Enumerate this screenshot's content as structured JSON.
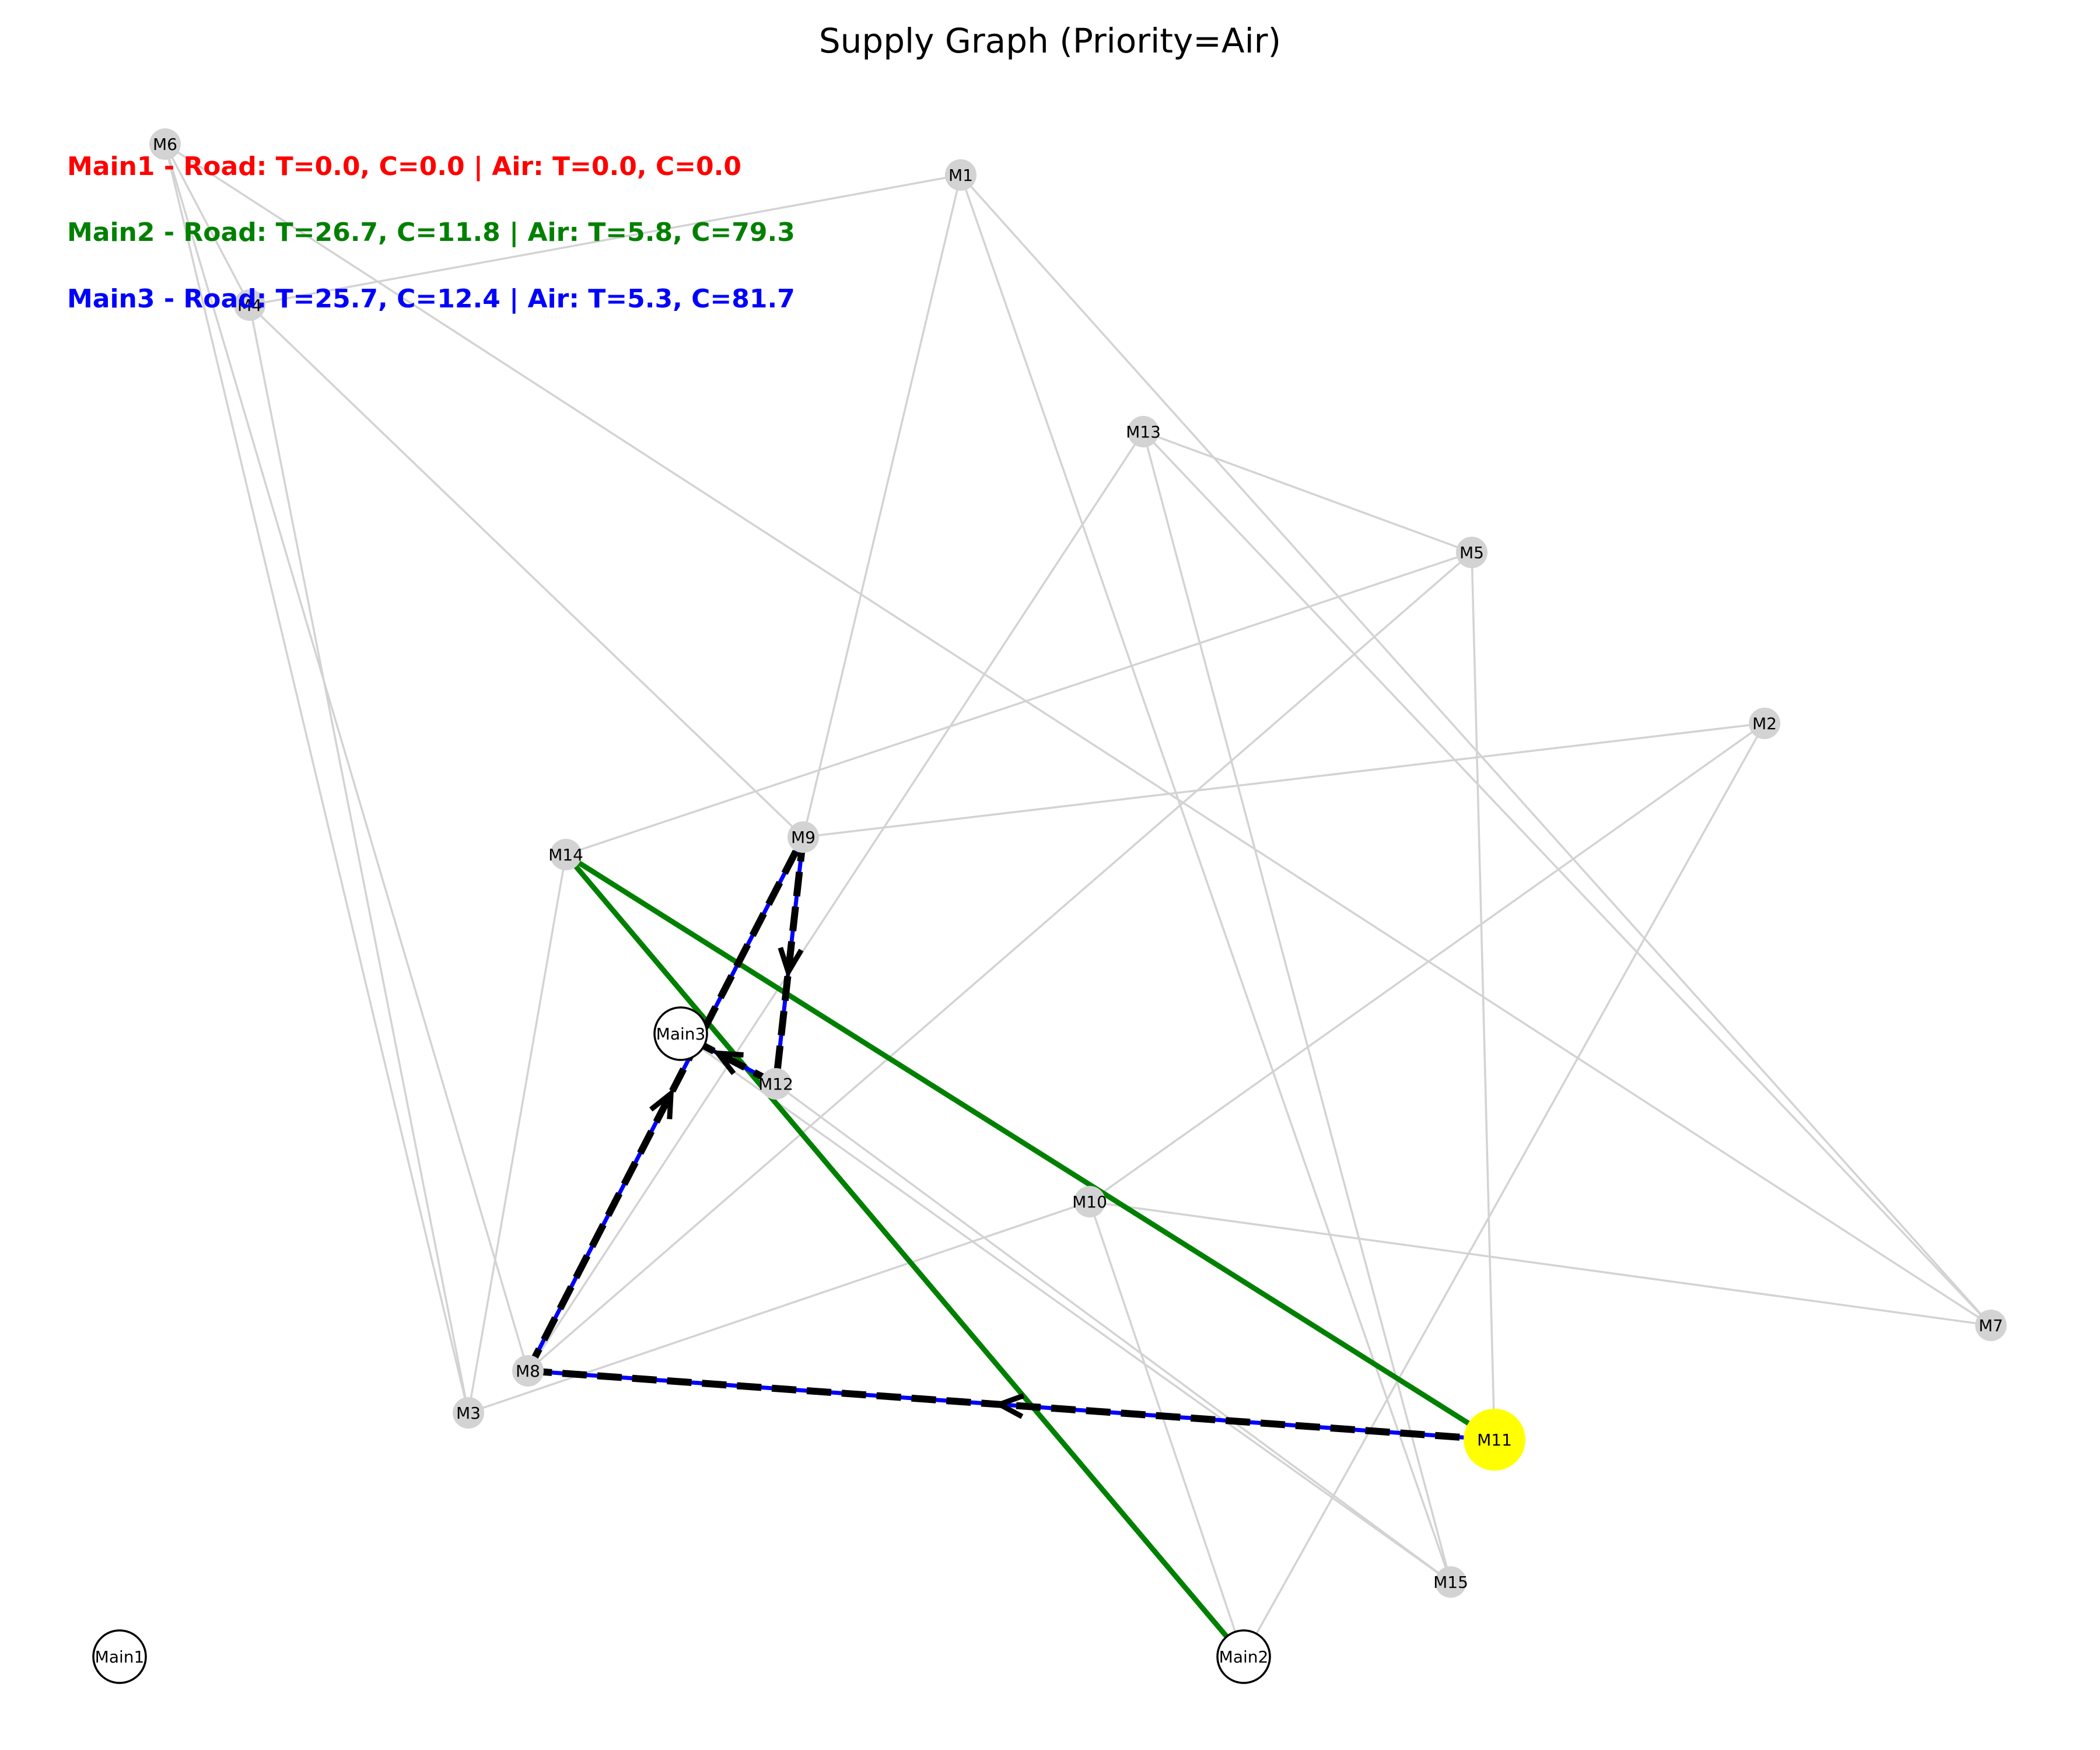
{
  "title": "Supply Graph (Priority=Air)",
  "stats": [
    {
      "text": "Main1 - Road: T=0.0, C=0.0 | Air: T=0.0, C=0.0",
      "color": "#ff0000"
    },
    {
      "text": "Main2 - Road: T=26.7, C=11.8 | Air: T=5.8, C=79.3",
      "color": "#008000"
    },
    {
      "text": "Main3 - Road: T=25.7, C=12.4 | Air: T=5.3, C=81.7",
      "color": "#0000ff"
    }
  ],
  "colors": {
    "edge": "#d3d3d3",
    "node": "#d3d3d3",
    "highlight": "#ffff00",
    "main_route": "#008000",
    "air_path": "#000000",
    "air_path_inner": "#0000ff"
  },
  "nodes": [
    {
      "id": "M1",
      "label": "M1"
    },
    {
      "id": "M2",
      "label": "M2"
    },
    {
      "id": "M3",
      "label": "M3"
    },
    {
      "id": "M4",
      "label": "M4"
    },
    {
      "id": "M5",
      "label": "M5"
    },
    {
      "id": "M6",
      "label": "M6"
    },
    {
      "id": "M7",
      "label": "M7"
    },
    {
      "id": "M8",
      "label": "M8"
    },
    {
      "id": "M9",
      "label": "M9"
    },
    {
      "id": "M10",
      "label": "M10"
    },
    {
      "id": "M11",
      "label": "M11",
      "highlight": true
    },
    {
      "id": "M12",
      "label": "M12"
    },
    {
      "id": "M13",
      "label": "M13"
    },
    {
      "id": "M14",
      "label": "M14"
    },
    {
      "id": "M15",
      "label": "M15"
    },
    {
      "id": "Main1",
      "label": "Main1",
      "main": true
    },
    {
      "id": "Main2",
      "label": "Main2",
      "main": true
    },
    {
      "id": "Main3",
      "label": "Main3",
      "main": true
    }
  ],
  "edges": [
    [
      "M6",
      "M4"
    ],
    [
      "M6",
      "M3"
    ],
    [
      "M6",
      "M8"
    ],
    [
      "M6",
      "M7"
    ],
    [
      "M4",
      "M1"
    ],
    [
      "M4",
      "M3"
    ],
    [
      "M4",
      "M9"
    ],
    [
      "M1",
      "M9"
    ],
    [
      "M1",
      "M15"
    ],
    [
      "M1",
      "M7"
    ],
    [
      "M13",
      "M5"
    ],
    [
      "M13",
      "M8"
    ],
    [
      "M13",
      "M15"
    ],
    [
      "M13",
      "M7"
    ],
    [
      "M5",
      "M14"
    ],
    [
      "M5",
      "M8"
    ],
    [
      "M5",
      "M11"
    ],
    [
      "M2",
      "M9"
    ],
    [
      "M2",
      "M10"
    ],
    [
      "M2",
      "Main2"
    ],
    [
      "M14",
      "M3"
    ],
    [
      "M12",
      "M15"
    ],
    [
      "Main3",
      "M15"
    ],
    [
      "M10",
      "M3"
    ],
    [
      "M10",
      "M7"
    ],
    [
      "M10",
      "Main2"
    ]
  ],
  "green_edges": [
    [
      "M14",
      "M11"
    ],
    [
      "M14",
      "Main2"
    ]
  ],
  "air_path": [
    [
      "M11",
      "M8"
    ],
    [
      "M8",
      "M9"
    ],
    [
      "M9",
      "M12"
    ],
    [
      "M12",
      "Main3"
    ]
  ]
}
